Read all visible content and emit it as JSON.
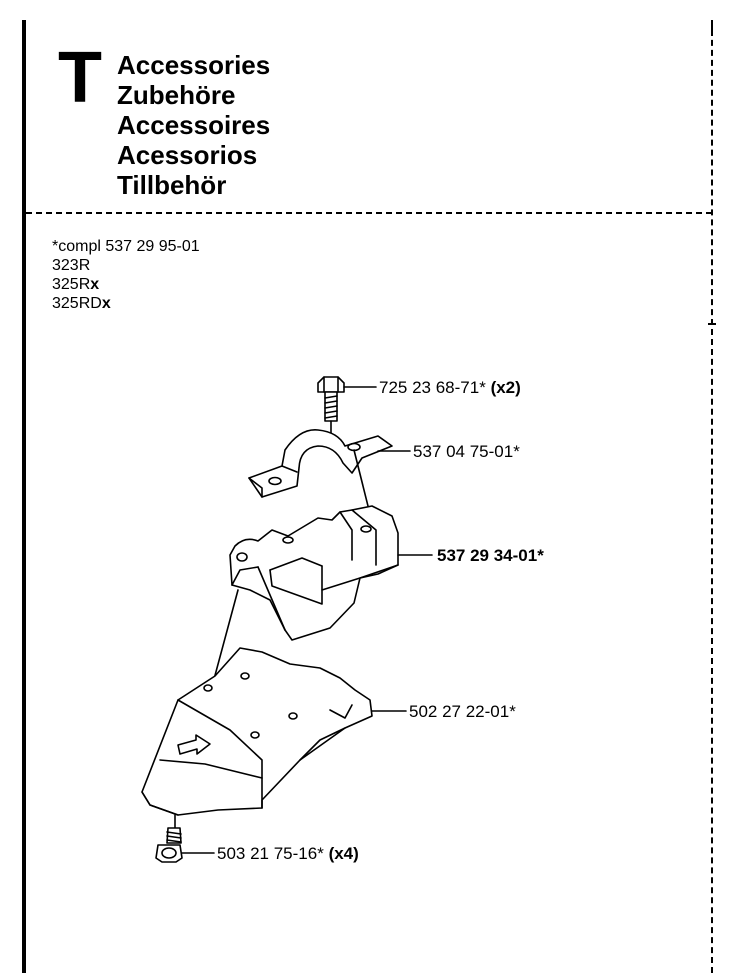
{
  "section": {
    "letter": "T"
  },
  "titles": [
    "Accessories",
    "Zubehöre",
    "Accessoires",
    "Acessorios",
    "Tillbehör"
  ],
  "compl_line": "*compl 537 29 95-01",
  "models": [
    {
      "base": "323R",
      "suffix": ""
    },
    {
      "base": "325R",
      "suffix": "x"
    },
    {
      "base": "325RD",
      "suffix": "x"
    }
  ],
  "parts": [
    {
      "number": "725 23 68-71*",
      "qty": "(x2)",
      "name": "bolt-screw"
    },
    {
      "number": "537 04 75-01*",
      "qty": "",
      "name": "clamp-bracket"
    },
    {
      "number": "537 29 34-01*",
      "qty": "",
      "name": "shield-holder"
    },
    {
      "number": "502 27 22-01*",
      "qty": "",
      "name": "grass-shield"
    },
    {
      "number": "503 21 75-16*",
      "qty": "(x4)",
      "name": "screw"
    }
  ]
}
